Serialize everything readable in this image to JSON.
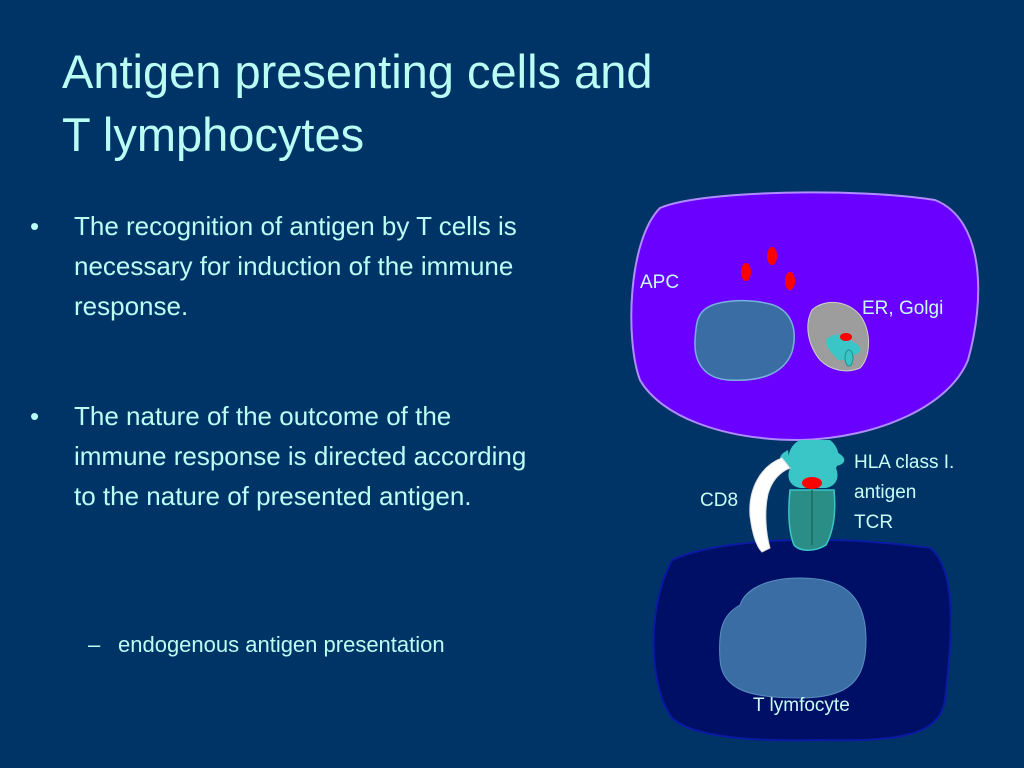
{
  "slide": {
    "title_lines": [
      "Antigen presenting cells and",
      "T lymphocytes"
    ],
    "bullets": [
      {
        "marker": "•",
        "text": "The recognition of antigen by T cells is necessary for induction of the immune response."
      },
      {
        "marker": "•",
        "text": "The nature of the outcome of the immune response is directed according to the nature of presented antigen."
      }
    ],
    "sub_bullet": {
      "marker": "–",
      "text": "endogenous antigen presentation"
    }
  },
  "diagram": {
    "labels": {
      "apc": "APC",
      "er_golgi": "ER, Golgi",
      "hla": "HLA class I.",
      "antigen": "antigen",
      "tcr": "TCR",
      "cd8": "CD8",
      "t_cell": "T lymfocyte"
    },
    "colors": {
      "background": "#003466",
      "apc_cell": "#6a00ff",
      "nucleus": "#3a6da3",
      "er_golgi": "#9d9d9d",
      "t_cell": "#000f66",
      "hla": "#3ac6c6",
      "tcr": "#2a8e86",
      "antigen": "#ff0000",
      "cd8": "#ffffff",
      "text": "#b9fdf5"
    }
  }
}
